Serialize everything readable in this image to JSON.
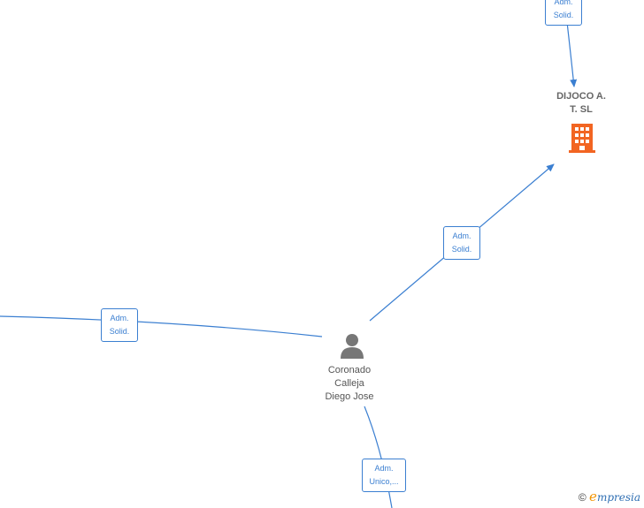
{
  "nodes": {
    "company": {
      "name_line1": "DIJOCO A.",
      "name_line2": "T.  SL",
      "icon": "building-icon",
      "color": "#f26522"
    },
    "person": {
      "name_line1": "Coronado",
      "name_line2": "Calleja",
      "name_line3": "Diego Jose",
      "icon": "person-icon",
      "color": "#777777"
    }
  },
  "edges": {
    "top": {
      "line1": "Adm.",
      "line2": "Solid."
    },
    "right": {
      "line1": "Adm.",
      "line2": "Solid."
    },
    "left": {
      "line1": "Adm.",
      "line2": "Solid."
    },
    "bottom": {
      "line1": "Adm.",
      "line2": "Unico,..."
    }
  },
  "edge_color": "#3b7fd1",
  "footer": {
    "copyright": "©",
    "brand_initial": "e",
    "brand_rest": "mpresia"
  }
}
